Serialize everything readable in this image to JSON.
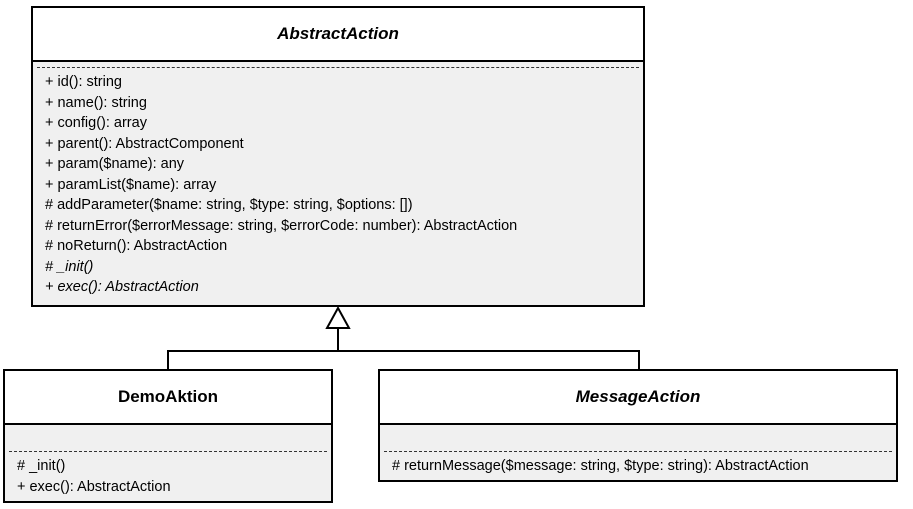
{
  "diagram": {
    "type": "uml-class-diagram",
    "colors": {
      "stroke": "#000000",
      "header_fill": "#ffffff",
      "body_fill": "#f0f0f0",
      "background": "#ffffff"
    },
    "relationship": {
      "kind": "generalization",
      "arrow": "hollow-triangle",
      "parent": "AbstractAction",
      "children": [
        "DemoAktion",
        "MessageAction"
      ]
    }
  },
  "classes": {
    "abstract_action": {
      "name": "AbstractAction",
      "is_abstract": true,
      "attributes": [],
      "operations": [
        {
          "text": "+ id(): string",
          "is_abstract": false
        },
        {
          "text": "+ name(): string",
          "is_abstract": false
        },
        {
          "text": "+ config(): array",
          "is_abstract": false
        },
        {
          "text": "+ parent(): AbstractComponent",
          "is_abstract": false
        },
        {
          "text": "+ param($name): any",
          "is_abstract": false
        },
        {
          "text": "+ paramList($name): array",
          "is_abstract": false
        },
        {
          "text": "# addParameter($name: string, $type: string, $options: [])",
          "is_abstract": false
        },
        {
          "text": "# returnError($errorMessage: string, $errorCode: number): AbstractAction",
          "is_abstract": false
        },
        {
          "text": "# noReturn(): AbstractAction",
          "is_abstract": false
        },
        {
          "text": "# _init()",
          "is_abstract": true
        },
        {
          "text": "+ exec(): AbstractAction",
          "is_abstract": true
        }
      ]
    },
    "demo_aktion": {
      "name": "DemoAktion",
      "is_abstract": false,
      "attributes": [],
      "operations": [
        {
          "text": "# _init()",
          "is_abstract": false
        },
        {
          "text": "+ exec(): AbstractAction",
          "is_abstract": false
        }
      ]
    },
    "message_action": {
      "name": "MessageAction",
      "is_abstract": true,
      "attributes": [],
      "operations": [
        {
          "text": "# returnMessage($message: string, $type: string): AbstractAction",
          "is_abstract": false
        }
      ]
    }
  }
}
